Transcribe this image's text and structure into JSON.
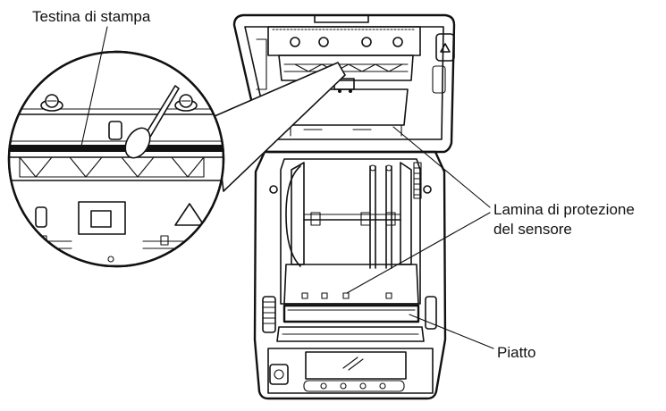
{
  "diagram": {
    "labels": {
      "print_head": "Testina di stampa",
      "sensor_guard_line1": "Lamina di protezione",
      "sensor_guard_line2": "del sensore",
      "platen": "Piatto"
    }
  },
  "colors": {
    "line": "#111111",
    "background": "#ffffff",
    "shade": "#d9d9d9"
  }
}
